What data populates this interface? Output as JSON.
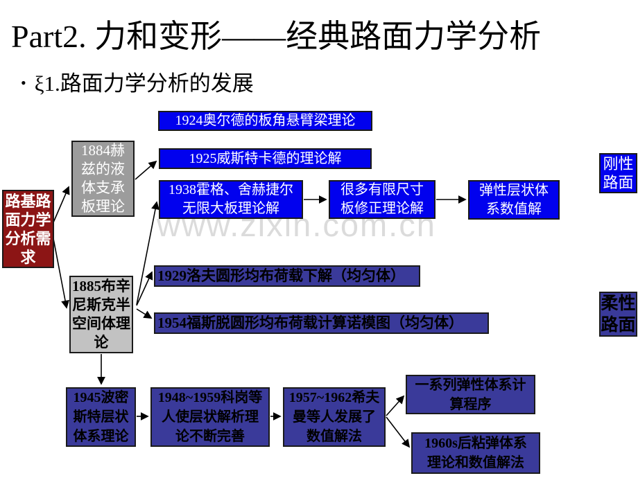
{
  "title": "Part2. 力和变形——经典路面力学分析",
  "bullet": {
    "marker": "•",
    "text": "ξ1.路面力学分析的发展"
  },
  "watermark": "www.zixin.com.cn",
  "colors": {
    "bright_blue": "#0101ee",
    "navy": "#3a3a9a",
    "gray_dark": "#9c9c9c",
    "gray_light": "#c2c2c2",
    "dark_red": "#8c1515"
  },
  "nodes": {
    "need": {
      "text": "路基路\n面力学\n分析需\n求"
    },
    "hertz1884": {
      "text": "1884赫\n兹的液\n体支承\n板理论"
    },
    "boussinesq1885": {
      "text": "1885布辛\n尼斯克半\n空间体理\n论"
    },
    "older1924": {
      "text": "1924奥尔德的板角悬臂梁理论"
    },
    "westergaard1925": {
      "text": "1925威斯特卡德的理论解"
    },
    "hogg1938": {
      "text": "1938霍格、舍赫捷尔\n无限大板理论解"
    },
    "finite_corrections": {
      "text": "很多有限尺寸\n板修正理论解"
    },
    "elastic_layered_numerical": {
      "text": "弹性层状体\n系数值解"
    },
    "rigid_pavement": {
      "text": "刚性\n路面"
    },
    "love1929": {
      "text": "1929洛夫圆形均布荷载下解（均匀体）"
    },
    "foster1954": {
      "text": "1954福斯脱圆形均布荷载计算诺模图（均匀体）"
    },
    "flexible_pavement": {
      "text": "柔性\n路面"
    },
    "burmister1945": {
      "text": "1945波密\n斯特层状\n体系理论"
    },
    "kogan1948": {
      "text": "1948~1959科岗等\n人使层状解析理\n论不断完善"
    },
    "schiffman1957": {
      "text": "1957~1962希夫\n曼等人发展了\n数值解法"
    },
    "elastic_programs": {
      "text": "一系列弹性体系计\n算程序"
    },
    "viscoelastic1960s": {
      "text": "1960s后粘弹体系\n理论和数值解法"
    }
  }
}
